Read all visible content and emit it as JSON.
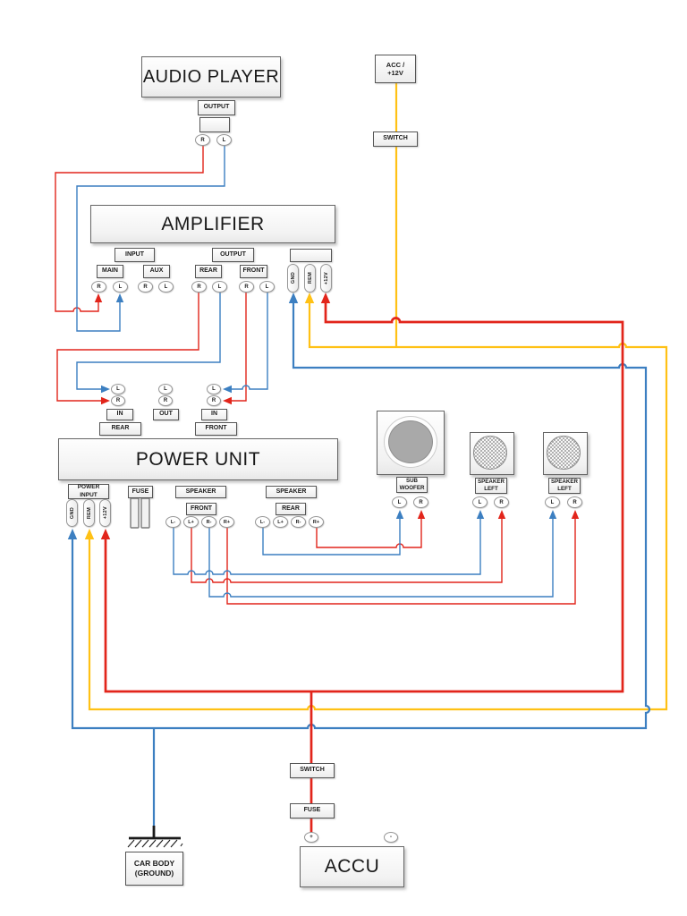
{
  "colors": {
    "wire_red": "#e2251b",
    "wire_blue": "#3c7fc1",
    "wire_yellow": "#ffc115",
    "ground_black": "#1a1a1a"
  },
  "audio_player": {
    "title": "AUDIO PLAYER",
    "output": "OUTPUT",
    "r": "R",
    "l": "L"
  },
  "acc_feed": {
    "acc_line1": "ACC /",
    "acc_line2": "+12V",
    "switch": "SWITCH"
  },
  "amplifier": {
    "title": "AMPLIFIER",
    "input": "INPUT",
    "output": "OUTPUT",
    "main": "MAIN",
    "aux": "AUX",
    "rear": "REAR",
    "front": "FRONT",
    "r": "R",
    "l": "L",
    "gnd": "GND",
    "rem": "REM",
    "plus12v": "+12V"
  },
  "line_in": {
    "rear": {
      "label": "REAR",
      "in": "IN",
      "l": "L",
      "r": "R"
    },
    "out": {
      "label": "OUT",
      "l": "L",
      "r": "R"
    },
    "front": {
      "label": "FRONT",
      "in": "IN",
      "l": "L",
      "r": "R"
    }
  },
  "power_unit": {
    "title": "POWER UNIT",
    "power_input_line1": "POWER",
    "power_input_line2": "INPUT",
    "gnd": "GND",
    "rem": "REM",
    "plus12v": "+12V",
    "fuse": "FUSE",
    "speaker_front": {
      "speaker": "SPEAKER",
      "group": "FRONT",
      "t": [
        "L-",
        "L+",
        "R-",
        "R+"
      ]
    },
    "speaker_rear": {
      "speaker": "SPEAKER",
      "group": "REAR",
      "t": [
        "L-",
        "L+",
        "R-",
        "R+"
      ]
    }
  },
  "speakers": {
    "sub": {
      "line1": "SUB",
      "line2": "WOOFER",
      "l": "L",
      "r": "R"
    },
    "left1": {
      "line1": "SPEAKER",
      "line2": "LEFT",
      "l": "L",
      "r": "R"
    },
    "left2": {
      "line1": "SPEAKER",
      "line2": "LEFT",
      "l": "L",
      "r": "R"
    }
  },
  "battery_feed": {
    "switch": "SWITCH",
    "fuse": "FUSE",
    "plus": "+",
    "minus": "-",
    "accu": "ACCU"
  },
  "ground": {
    "line1": "CAR BODY",
    "line2": "(GROUND)"
  }
}
